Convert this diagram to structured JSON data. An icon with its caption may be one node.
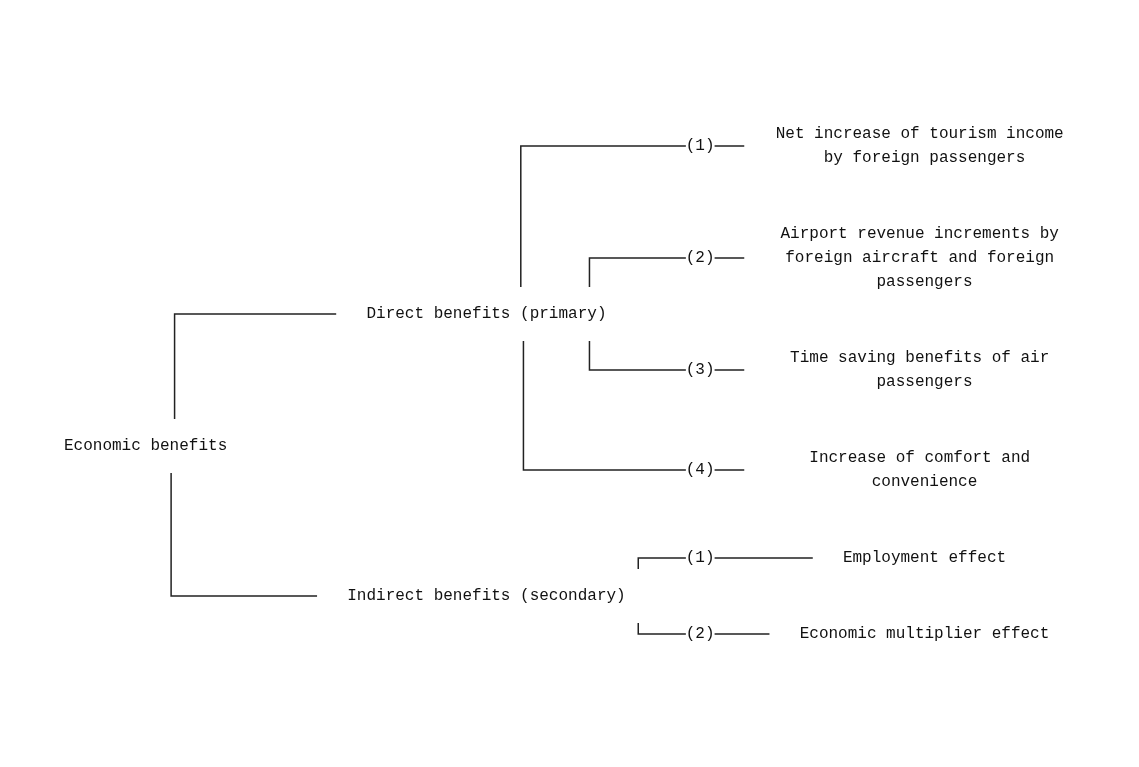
{
  "diagram": {
    "nodes": [
      {
        "text": [
          "Economic benefits"
        ]
      },
      {
        "text": [
          "Direct benefits (primary)"
        ]
      },
      {
        "text": [
          "Net increase of tourism income by foreign passengers"
        ]
      },
      {
        "text": [
          "Airport revenue increments by foreign aircraft and foreign passengers"
        ]
      },
      {
        "text": [
          "Time saving benefits of air passengers"
        ]
      },
      {
        "text": [
          "Increase of comfort and convenience"
        ]
      },
      {
        "text": [
          "Indirect benefits (secondary)"
        ]
      },
      {
        "text": [
          "Employment effect"
        ]
      },
      {
        "text": [
          "Economic multiplier effect"
        ]
      }
    ],
    "edges": [
      {
        "from": 0,
        "to": 1,
        "arrow": "none"
      },
      {
        "from": 0,
        "to": 6,
        "arrow": "none"
      },
      {
        "from": 1,
        "to": 2,
        "arrow": "none",
        "label": "(1)"
      },
      {
        "from": 1,
        "to": 3,
        "arrow": "none",
        "label": "(2)"
      },
      {
        "from": 1,
        "to": 4,
        "arrow": "none",
        "label": "(3)"
      },
      {
        "from": 1,
        "to": 5,
        "arrow": "none",
        "label": "(4)"
      },
      {
        "from": 6,
        "to": 7,
        "arrow": "none",
        "label": "(1)"
      },
      {
        "from": 6,
        "to": 8,
        "arrow": "none",
        "label": "(2)"
      }
    ]
  }
}
